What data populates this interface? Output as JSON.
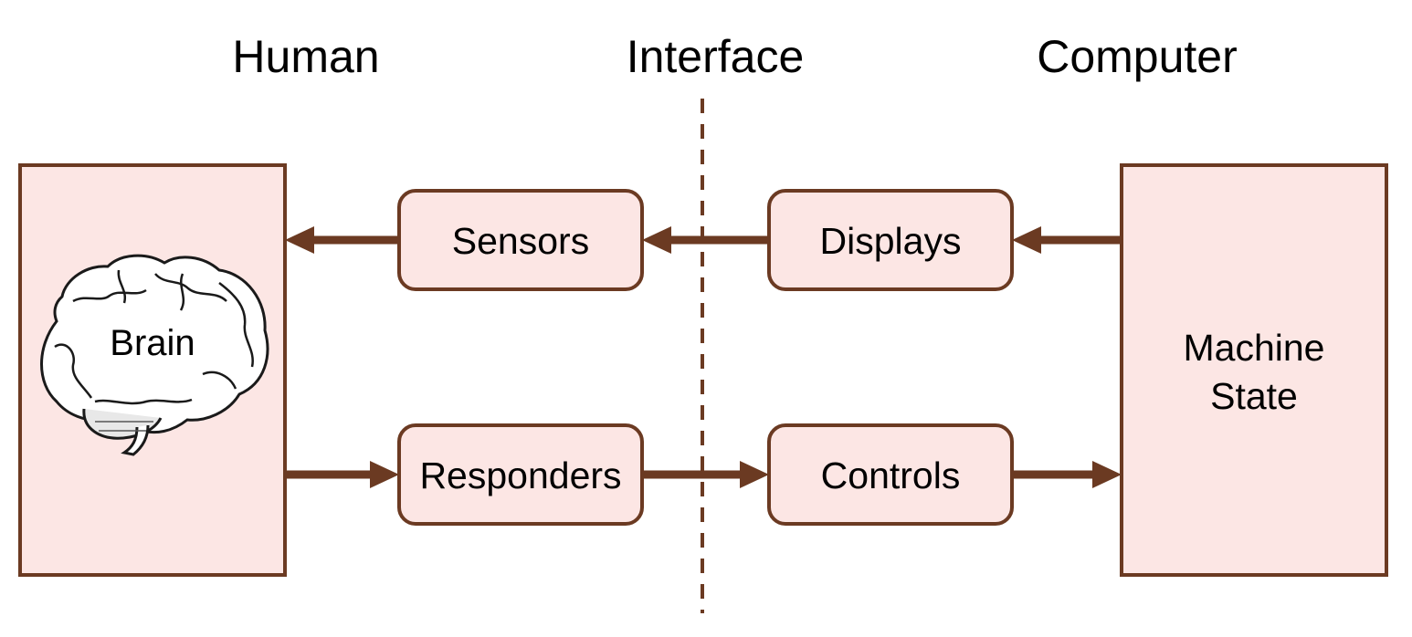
{
  "headers": {
    "human": "Human",
    "interface": "Interface",
    "computer": "Computer"
  },
  "nodes": {
    "brain": "Brain",
    "sensors": "Sensors",
    "displays": "Displays",
    "responders": "Responders",
    "controls": "Controls",
    "machine_state_line1": "Machine",
    "machine_state_line2": "State"
  },
  "icons": {
    "brain": "brain-icon"
  },
  "colors": {
    "stroke": "#6b3a22",
    "box_fill": "#fce6e4",
    "text": "#000000"
  }
}
